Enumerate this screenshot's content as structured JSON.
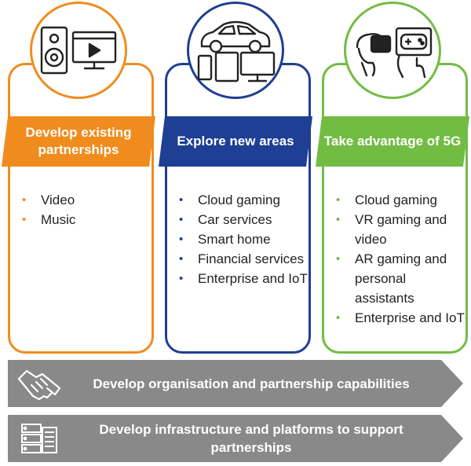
{
  "columns": [
    {
      "title": "Develop existing partnerships",
      "color": "#f08c1e",
      "icons": [
        "speaker-icon",
        "video-player-icon"
      ],
      "items": [
        "Video",
        "Music"
      ]
    },
    {
      "title": "Explore new areas",
      "color": "#1e3f94",
      "icons": [
        "car-icon",
        "phone-icon",
        "tablet-icon",
        "desktop-icon"
      ],
      "items": [
        "Cloud gaming",
        "Car services",
        "Smart home",
        "Financial services",
        "Enterprise and IoT"
      ]
    },
    {
      "title": "Take advantage of 5G",
      "color": "#72bc44",
      "icons": [
        "vr-headset-icon",
        "game-controller-icon"
      ],
      "items": [
        "Cloud gaming",
        "VR gaming and video",
        "AR gaming and personal assistants",
        "Enterprise and IoT"
      ]
    }
  ],
  "bars": [
    {
      "text": "Develop organisation and partnership capabilities",
      "icon": "handshake-icon",
      "color": "#898989"
    },
    {
      "text": "Develop infrastructure and platforms to support partnerships",
      "icon": "server-icon",
      "color": "#898989"
    }
  ]
}
